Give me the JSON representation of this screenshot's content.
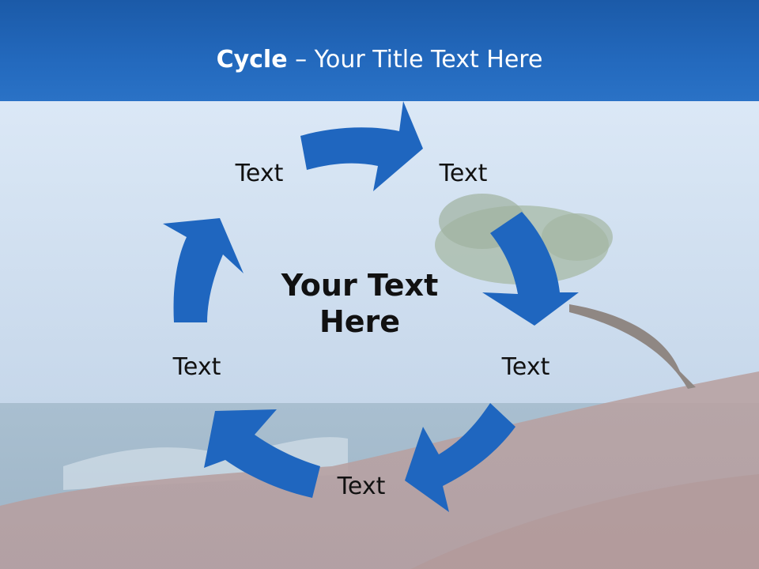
{
  "slide": {
    "title_bold": "Cycle",
    "title_rest": " – Your Title Text Here",
    "center_text_line1": "Your Text",
    "center_text_line2": "Here"
  },
  "cycle": {
    "nodes": [
      {
        "label": "Text"
      },
      {
        "label": "Text"
      },
      {
        "label": "Text"
      },
      {
        "label": "Text"
      },
      {
        "label": "Text"
      }
    ]
  },
  "colors": {
    "accent": "#1f66bf",
    "title_bar": "#2369bd",
    "title_text": "#ffffff",
    "body_text": "#111111"
  },
  "icons": {
    "arrows": "curved-arrow-icon",
    "background": "seaside-rock-tree-image"
  }
}
